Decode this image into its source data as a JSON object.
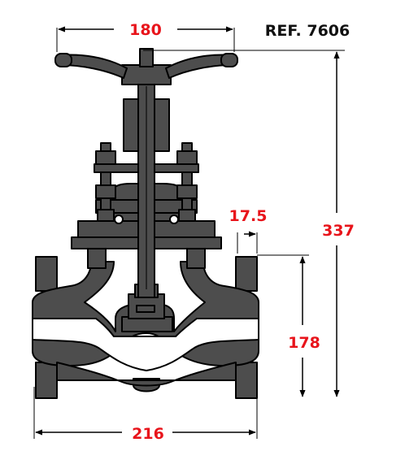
{
  "reference": "REF. 7606",
  "dimensions": {
    "handwheel_diameter": "180",
    "overall_height": "337",
    "flange_thickness": "17.5",
    "center_height": "178",
    "face_to_face": "216"
  },
  "colors": {
    "dimension": "#e8141b",
    "body": "#4d4d4d",
    "outline": "#000000"
  }
}
